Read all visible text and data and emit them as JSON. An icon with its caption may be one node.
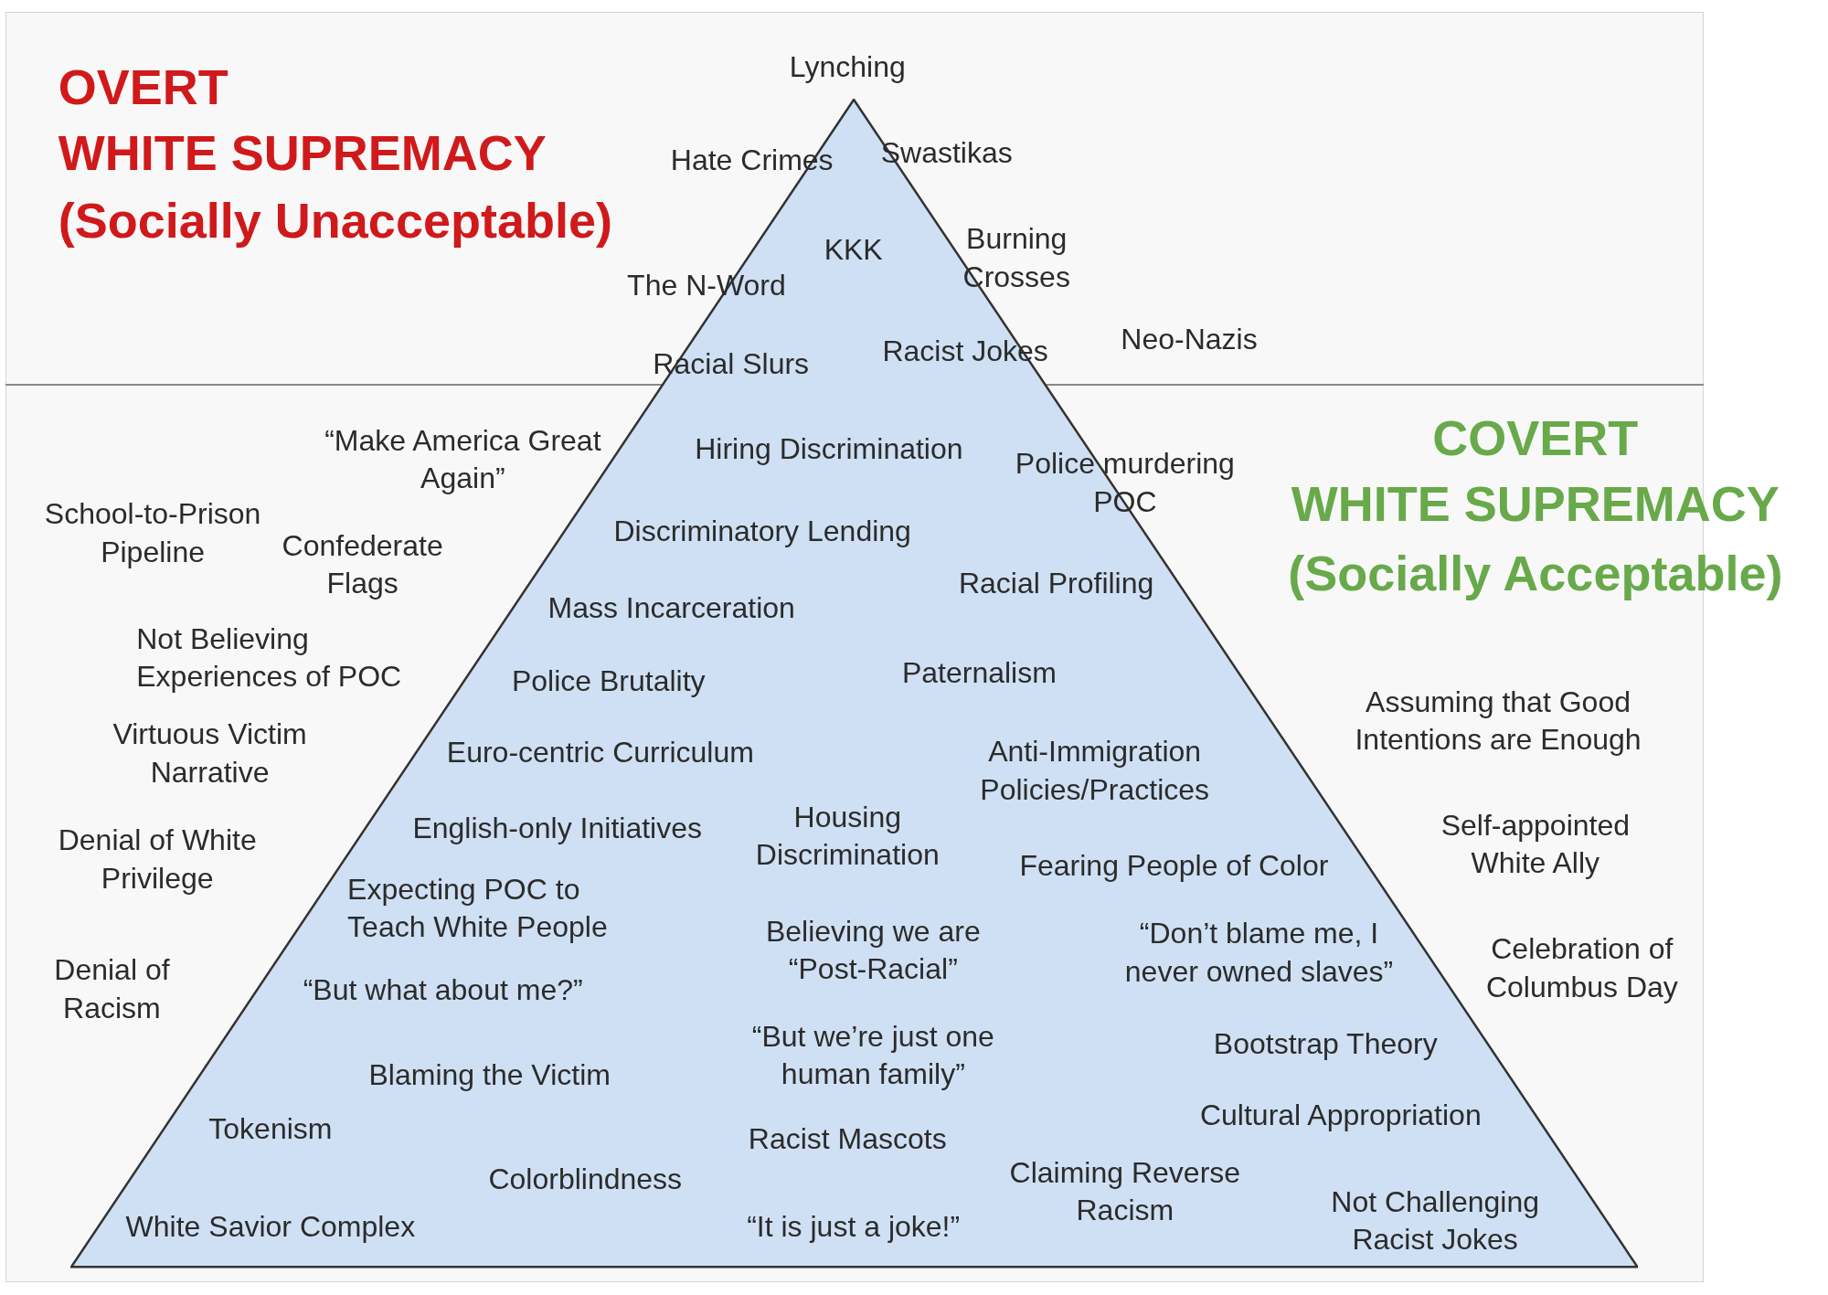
{
  "diagram": {
    "nodes": [
      {
        "text": [
          "KKK",
          "Racial Slurs",
          "Racist Jokes",
          "Hiring Discrimination",
          "Discriminatory Lending",
          "Racial Profiling",
          "Mass Incarceration",
          "Police Brutality",
          "Paternalism",
          "Euro-centric Curriculum",
          "Anti-Immigration Policies/Practices",
          "English-only Initiatives",
          "Housing Discrimination",
          "Fearing People of Color",
          "Expecting POC to Teach White People",
          "“But what about me?”",
          "Believing we are “Post-Racial”",
          "“Don’t blame me, I never owned slaves”",
          "“But we’re just one human family”",
          "Bootstrap Theory",
          "Blaming the Victim",
          "Tokenism",
          "Racist Mascots",
          "Cultural Appropriation",
          "Colorblindness",
          "Claiming Reverse Racism",
          "White Savior Complex",
          "“It is just a joke!”",
          "Not Challenging Racist Jokes"
        ]
      }
    ],
    "labels": [
      "OVERT",
      "WHITE SUPREMACY",
      "(Socially Unacceptable)",
      "Lynching",
      "Hate Crimes",
      "Swastikas",
      "Burning Crosses",
      "The N-Word",
      "Neo-Nazis",
      "“Make America Great Again”",
      "Police murdering POC",
      "COVERT",
      "WHITE SUPREMACY",
      "(Socially Acceptable)",
      "School-to-Prison Pipeline",
      "Confederate Flags",
      "Not Believing Experiences of POC",
      "Virtuous Victim Narrative",
      "Assuming that Good Intentions are Enough",
      "Denial of White Privilege",
      "Self-appointed White Ally",
      "Denial of Racism",
      "Celebration of Columbus Day"
    ]
  }
}
